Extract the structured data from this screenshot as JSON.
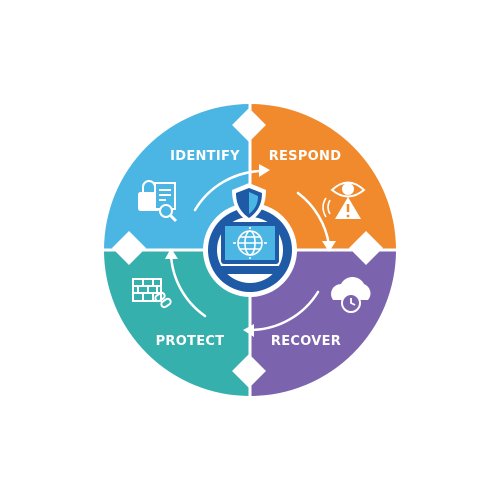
{
  "diagram": {
    "quadrants": [
      {
        "id": "identify",
        "label": "IDENTIFY",
        "color": "#4bb6e3",
        "icon": "lock-document-magnifier-icon"
      },
      {
        "id": "respond",
        "label": "RESPOND",
        "color": "#f08a2c",
        "icon": "eye-warning-icon"
      },
      {
        "id": "recover",
        "label": "RECOVER",
        "color": "#7b63ae",
        "icon": "cloud-restore-icon"
      },
      {
        "id": "protect",
        "label": "PROTECT",
        "color": "#36b0ad",
        "icon": "brick-wall-chain-icon"
      }
    ],
    "center": {
      "ring_color": "#1f5aa6",
      "screen_color": "#4bb6e3",
      "icons": [
        "shield-icon",
        "laptop-icon",
        "globe-icon"
      ]
    },
    "cycle_arrow_color": "#ffffff",
    "separator_color": "#ffffff"
  }
}
